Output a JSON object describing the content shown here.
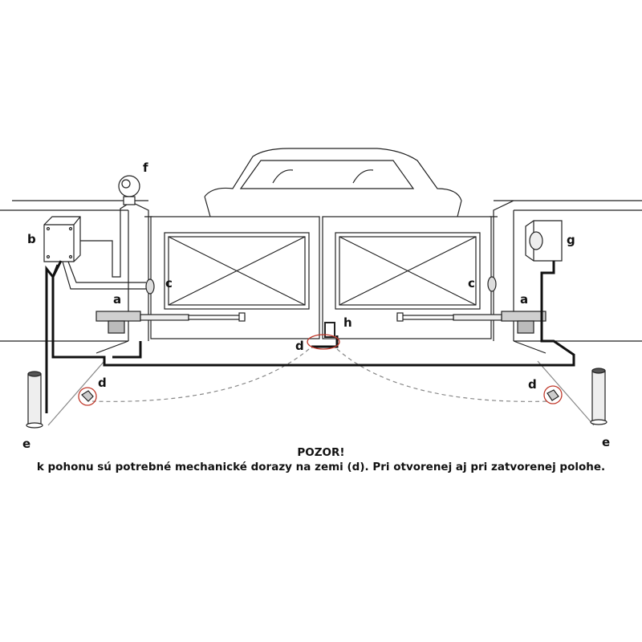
{
  "labels": {
    "a": "a",
    "b": "b",
    "c": "c",
    "d": "d",
    "e": "e",
    "f": "f",
    "g": "g",
    "h": "h"
  },
  "note": {
    "title": "POZOR!",
    "text": "k pohonu sú potrebné mechanické dorazy na zemi (d). Pri otvorenej aj pri zatvorenej polohe."
  },
  "colors": {
    "line": "#222222",
    "highlight": "#c0392b",
    "actuator": "#cfcfcf"
  }
}
